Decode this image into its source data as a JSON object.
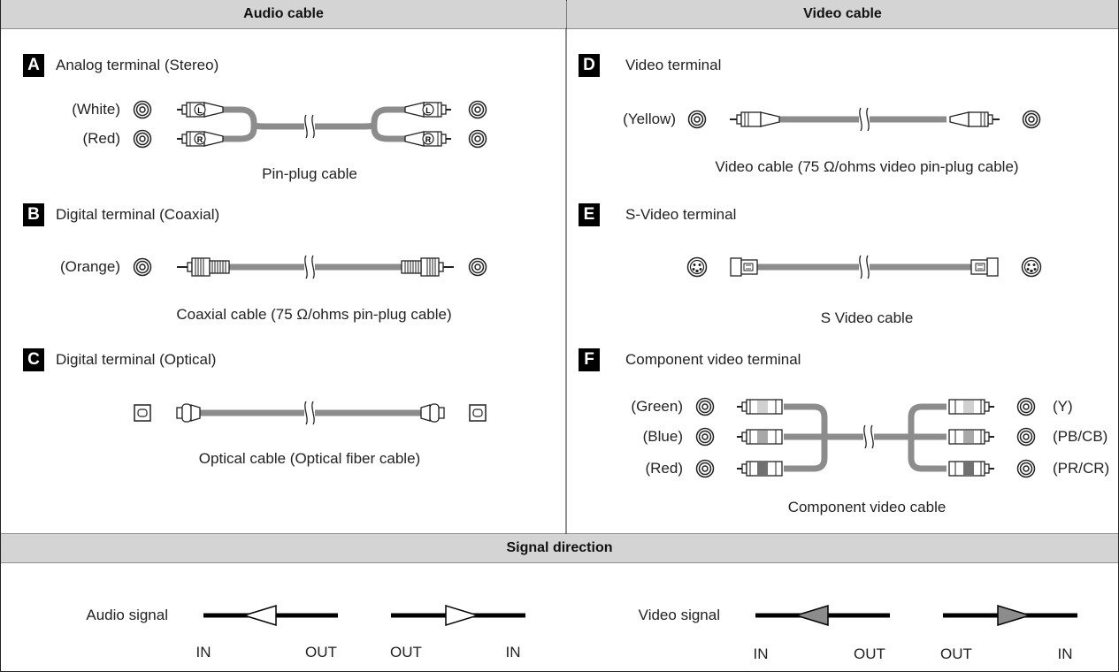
{
  "headers": {
    "audio": "Audio cable",
    "video": "Video cable",
    "signal": "Signal direction"
  },
  "audio": {
    "A": {
      "letter": "A",
      "title": "Analog terminal (Stereo)",
      "left_colors": [
        "(White)",
        "(Red)"
      ],
      "plug_marks": [
        "L",
        "R"
      ],
      "caption": "Pin-plug cable"
    },
    "B": {
      "letter": "B",
      "title": "Digital terminal (Coaxial)",
      "left_color": "(Orange)",
      "caption": "Coaxial cable (75 Ω/ohms pin-plug cable)"
    },
    "C": {
      "letter": "C",
      "title": "Digital terminal (Optical)",
      "caption": "Optical cable (Optical fiber cable)"
    }
  },
  "video": {
    "D": {
      "letter": "D",
      "title": "Video terminal",
      "left_color": "(Yellow)",
      "caption": "Video cable (75 Ω/ohms video pin-plug cable)"
    },
    "E": {
      "letter": "E",
      "title": "S-Video terminal",
      "caption": "S Video cable"
    },
    "F": {
      "letter": "F",
      "title": "Component video terminal",
      "left_colors": [
        "(Green)",
        "(Blue)",
        "(Red)"
      ],
      "right_labels": [
        "(Y)",
        "(PB/CB)",
        "(PR/CR)"
      ],
      "caption": "Component video cable"
    }
  },
  "signal": {
    "audio_label": "Audio signal",
    "video_label": "Video signal",
    "in": "IN",
    "out": "OUT"
  },
  "colors": {
    "header_bg": "#d4d4d4",
    "cable": "#8c8c8c",
    "line": "#000000"
  }
}
